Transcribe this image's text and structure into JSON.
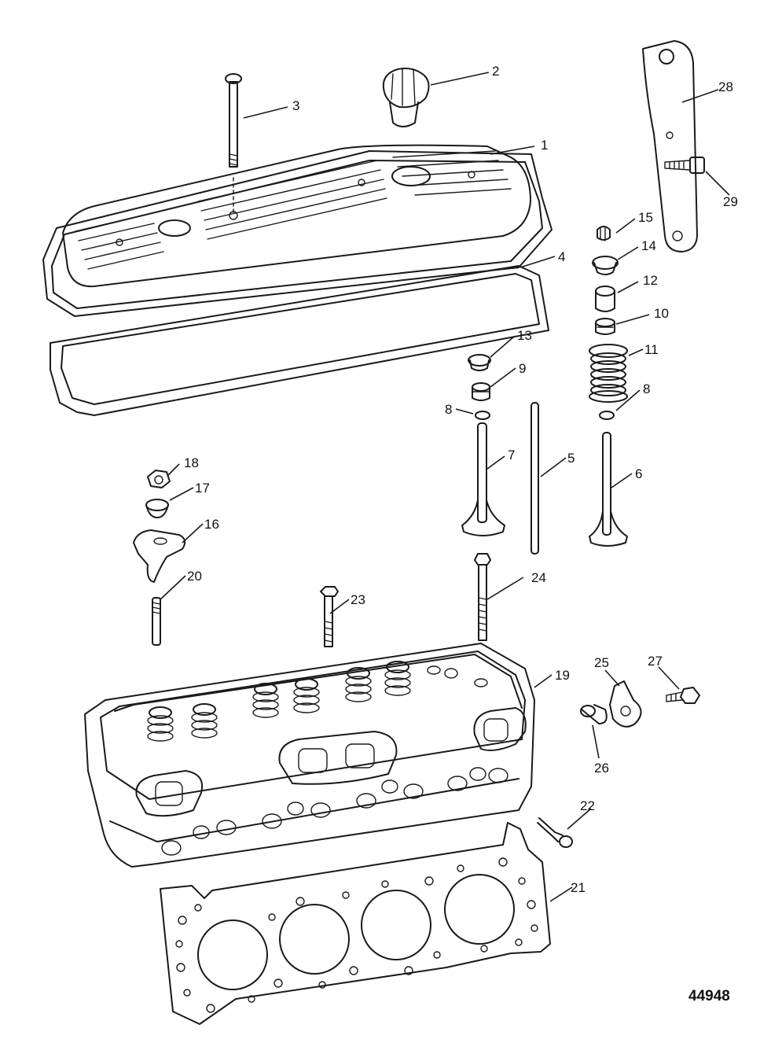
{
  "figure_number": "44948",
  "callouts": [
    {
      "id": "c1",
      "text": "1"
    },
    {
      "id": "c2",
      "text": "2"
    },
    {
      "id": "c3",
      "text": "3"
    },
    {
      "id": "c4",
      "text": "4"
    },
    {
      "id": "c5",
      "text": "5"
    },
    {
      "id": "c6",
      "text": "6"
    },
    {
      "id": "c7",
      "text": "7"
    },
    {
      "id": "c8a",
      "text": "8"
    },
    {
      "id": "c8b",
      "text": "8"
    },
    {
      "id": "c9",
      "text": "9"
    },
    {
      "id": "c10",
      "text": "10"
    },
    {
      "id": "c11",
      "text": "11"
    },
    {
      "id": "c12",
      "text": "12"
    },
    {
      "id": "c13",
      "text": "13"
    },
    {
      "id": "c14",
      "text": "14"
    },
    {
      "id": "c15",
      "text": "15"
    },
    {
      "id": "c16",
      "text": "16"
    },
    {
      "id": "c17",
      "text": "17"
    },
    {
      "id": "c18",
      "text": "18"
    },
    {
      "id": "c19",
      "text": "19"
    },
    {
      "id": "c20",
      "text": "20"
    },
    {
      "id": "c21",
      "text": "21"
    },
    {
      "id": "c22",
      "text": "22"
    },
    {
      "id": "c23",
      "text": "23"
    },
    {
      "id": "c24",
      "text": "24"
    },
    {
      "id": "c25",
      "text": "25"
    },
    {
      "id": "c26",
      "text": "26"
    },
    {
      "id": "c27",
      "text": "27"
    },
    {
      "id": "c28",
      "text": "28"
    },
    {
      "id": "c29",
      "text": "29"
    }
  ]
}
